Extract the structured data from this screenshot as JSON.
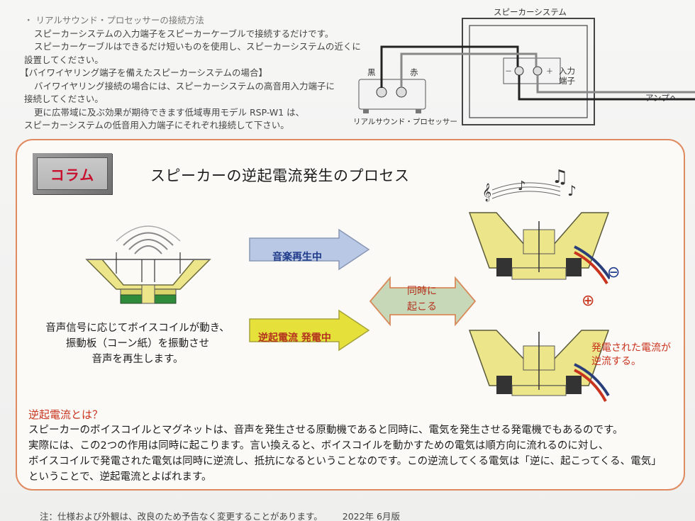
{
  "top_text": {
    "heading": "・ リアルサウンド・プロセッサーの接続方法",
    "line1": "スピーカーシステムの入力端子をスピーカーケーブルで接続するだけです。",
    "line2": "スピーカーケーブルはできるだけ短いものを使用し、スピーカーシステムの近くに",
    "line3": "設置してください。",
    "biwire_heading": "【バイワイヤリング端子を備えたスピーカーシステムの場合】",
    "biwire1": "バイワイヤリング接続の場合には、スピーカーシステムの高音用入力端子に",
    "biwire2": "接続してください。",
    "biwire3": "更に広帯域に及ぶ効果が期待できます低域専用モデル RSP-W1 は、",
    "biwire4": "スピーカーシステムの低音用入力端子にそれぞれ接続して下さい。"
  },
  "diagram": {
    "speaker_system": "スピーカーシステム",
    "black": "黒",
    "red": "赤",
    "minus": "－",
    "plus": "＋",
    "input_terminal_1": "入力",
    "input_terminal_2": "端子",
    "to_amp": "アンプへ",
    "processor": "リアルサウンド・プロセッサー"
  },
  "column": {
    "badge": "コラム",
    "title": "スピーカーの逆起電流発生のプロセス",
    "left_desc_1": "音声信号に応じてボイスコイルが動き、",
    "left_desc_2": "振動板（コーン紙）を振動させ",
    "left_desc_3": "音声を再生します。",
    "arrow_music": "音楽再生中",
    "arrow_back": "逆起電流 発電中",
    "simultaneous_1": "同時に",
    "simultaneous_2": "起こる",
    "minus_symbol": "⊖",
    "plus_symbol": "⊕",
    "red_note_1": "発電された電流が",
    "red_note_2": "逆流する。",
    "gyaku_title": "逆起電流とは？",
    "body1": "スピーカーのボイスコイルとマグネットは、音声を発生させる原動機であると同時に、電気を発生させる発電機でもあるのです。",
    "body2": "実際には、この2つの作用は同時に起こります。言い換えると、ボイスコイルを動かすための電気は順方向に流れるのに対し、",
    "body3": "ボイスコイルで発電された電気は同時に逆流し、抵抗になるということなのです。この逆流してくる電気は「逆に、起こってくる、電気」",
    "body4": "ということで、逆起電流とよばれます。"
  },
  "footer": {
    "note": "注：仕様および外観は、改良のため予告なく変更することがあります。",
    "date": "2022年 6月版"
  },
  "colors": {
    "border": "#e08a60",
    "red_text": "#c8341e",
    "badge_red": "#c8102e",
    "arrow_blue": "#b9c8e4",
    "arrow_yellow": "#e6e03a",
    "arrow_green": "#c7d8b8",
    "speaker_yellow": "#ede58a"
  }
}
